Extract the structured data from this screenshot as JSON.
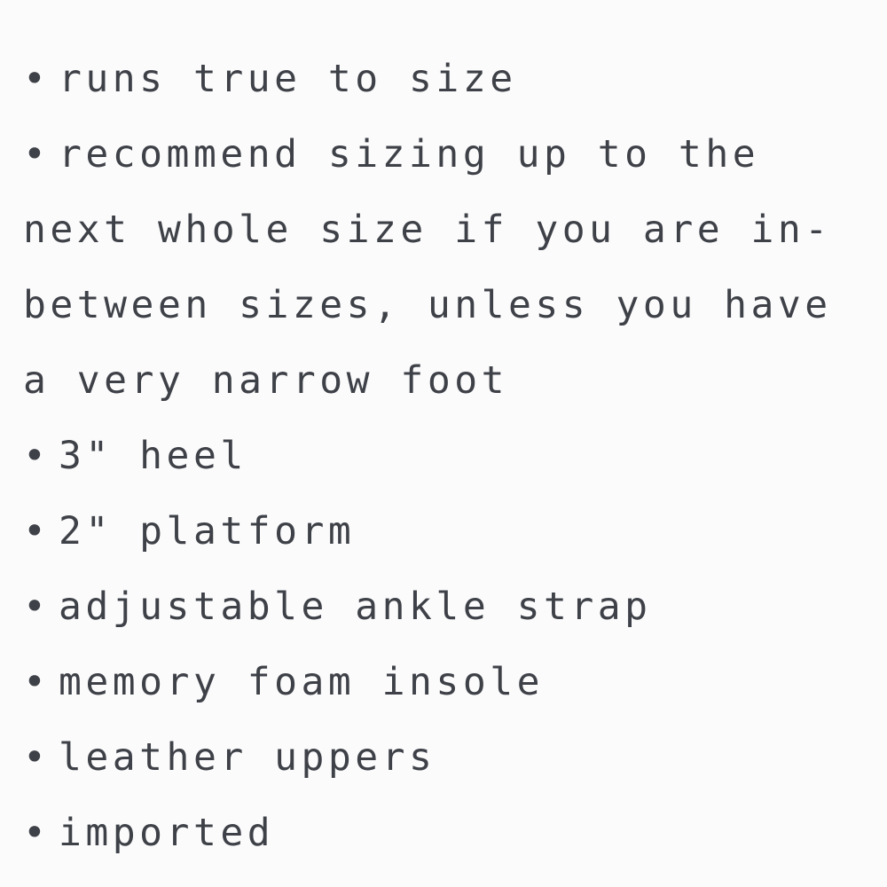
{
  "bullet": "•",
  "details": [
    "runs true to size",
    "recommend sizing up to the next whole size if you are in-between sizes, unless you have a very narrow foot",
    "3\" heel",
    "2\" platform",
    "adjustable ankle strap",
    "memory foam insole",
    "leather uppers",
    "imported"
  ],
  "colors": {
    "background": "#fbfbfc",
    "text": "#3e4147"
  }
}
